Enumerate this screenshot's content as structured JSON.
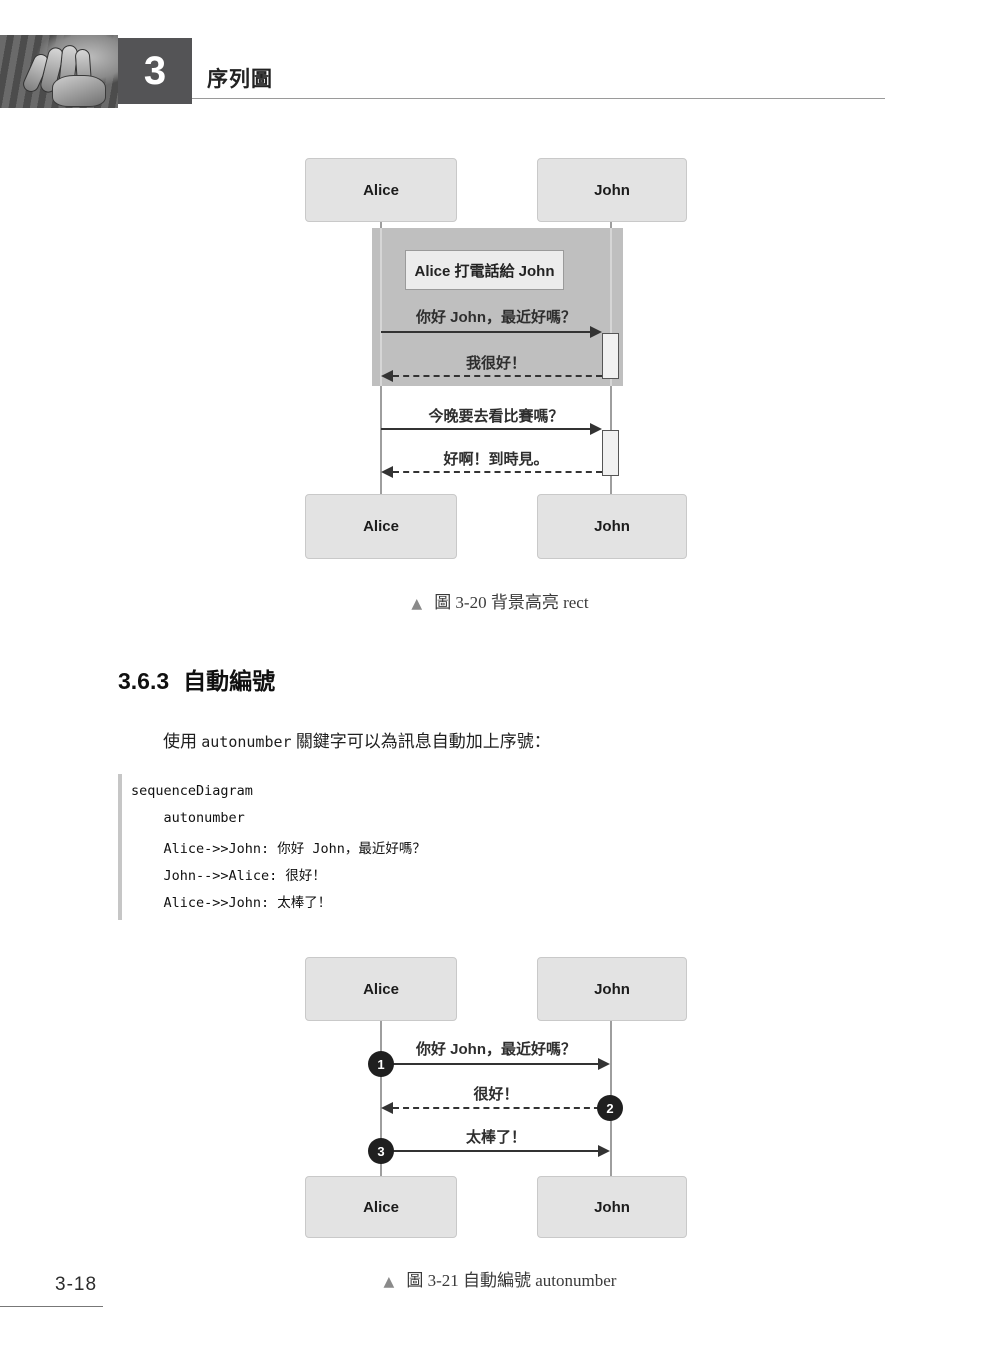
{
  "header": {
    "chapter_number": "3",
    "chapter_title": "序列圖"
  },
  "figure1": {
    "actors": {
      "left": "Alice",
      "right": "John"
    },
    "highlight_note": "Alice 打電話給 John",
    "messages": [
      {
        "text": "你好 John，最近好嗎？",
        "from": "Alice",
        "to": "John",
        "style": "solid"
      },
      {
        "text": "我很好！",
        "from": "John",
        "to": "Alice",
        "style": "dashed"
      },
      {
        "text": "今晚要去看比賽嗎？",
        "from": "Alice",
        "to": "John",
        "style": "solid"
      },
      {
        "text": "好啊！到時見。",
        "from": "John",
        "to": "Alice",
        "style": "dashed"
      }
    ],
    "caption_marker": "▲",
    "caption": "圖 3-20 背景高亮 rect"
  },
  "section": {
    "number": "3.6.3",
    "title": "自動編號",
    "intro_pre": "使用 ",
    "intro_code": "autonumber",
    "intro_post": " 關鍵字可以為訊息自動加上序號："
  },
  "code": {
    "lines": [
      "sequenceDiagram",
      "    autonumber",
      "    Alice->>John: 你好 John，最近好嗎？",
      "    John-->>Alice: 很好！",
      "    Alice->>John: 太棒了！"
    ]
  },
  "figure2": {
    "actors": {
      "left": "Alice",
      "right": "John"
    },
    "messages": [
      {
        "num": "1",
        "text": "你好 John，最近好嗎？",
        "from": "Alice",
        "to": "John",
        "style": "solid"
      },
      {
        "num": "2",
        "text": "很好！",
        "from": "John",
        "to": "Alice",
        "style": "dashed"
      },
      {
        "num": "3",
        "text": "太棒了！",
        "from": "Alice",
        "to": "John",
        "style": "solid"
      }
    ],
    "caption_marker": "▲",
    "caption": "圖 3-21 自動編號 autonumber"
  },
  "footer": {
    "page_number": "3-18"
  },
  "colors": {
    "actor_fill": "#e3e3e3",
    "actor_border": "#c9c9c9",
    "highlight_rect": "#bfbfbf",
    "note_fill": "#ececec",
    "lifeline": "#9e9e9e",
    "arrow": "#333333",
    "activation_fill": "#f1f1f1",
    "autonumber_circle": "#1f1f1f",
    "chapter_box": "#545456"
  }
}
